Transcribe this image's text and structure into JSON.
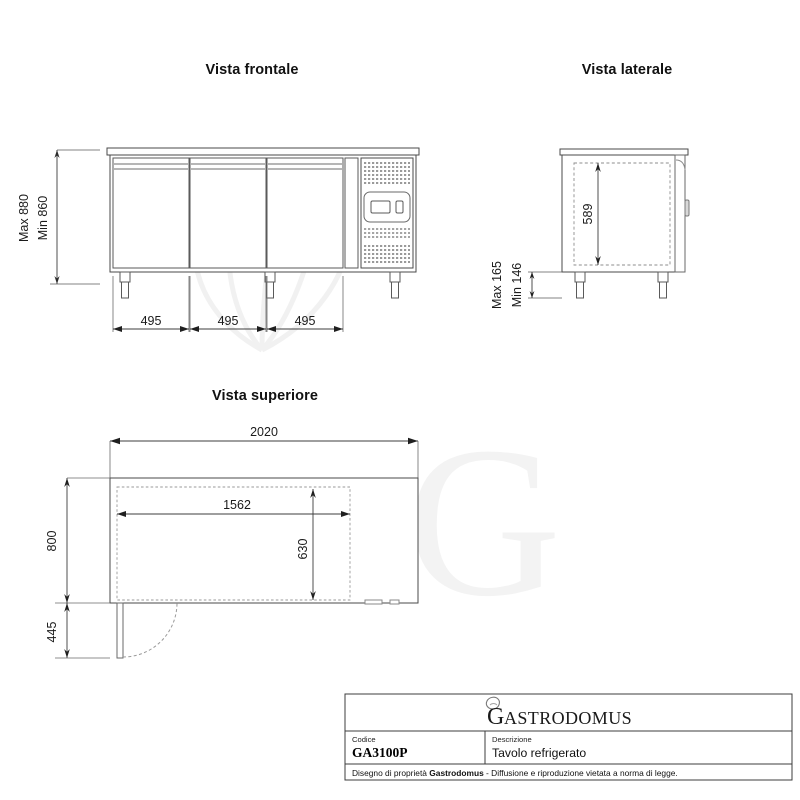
{
  "document": {
    "type": "technical-drawing",
    "language": "it"
  },
  "views": {
    "front": {
      "title": "Vista frontale",
      "height_dims": {
        "max": "Max 880",
        "min": "Min 860"
      },
      "door_widths": [
        "495",
        "495",
        "495"
      ]
    },
    "side": {
      "title": "Vista laterale",
      "inner_height": "589",
      "leg_dims": {
        "max": "Max 165",
        "min": "Min 146"
      }
    },
    "top": {
      "title": "Vista superiore",
      "overall_width": "2020",
      "depth": "800",
      "inner_width": "1562",
      "inner_depth": "630",
      "door_swing": "445"
    }
  },
  "title_block": {
    "brand": "GASTRODOMUS",
    "brand_initial": "G",
    "brand_rest": "ASTRODOMUS",
    "code_label": "Codice",
    "code_value": "GA3100P",
    "description_label": "Descrizione",
    "description_value": "Tavolo refrigerato",
    "footer_prefix": "Disegno di proprietà ",
    "footer_brand": "Gastrodomus",
    "footer_suffix": " - Diffusione e riproduzione vietata a norma di legge."
  },
  "colors": {
    "line": "#4a4a4a",
    "line_dark": "#2b2b2b",
    "text": "#1a1a1a",
    "hidden": "#8d8d8d",
    "grille": "#8a8a8a",
    "watermark": "#f2f2f2",
    "background": "#ffffff"
  }
}
